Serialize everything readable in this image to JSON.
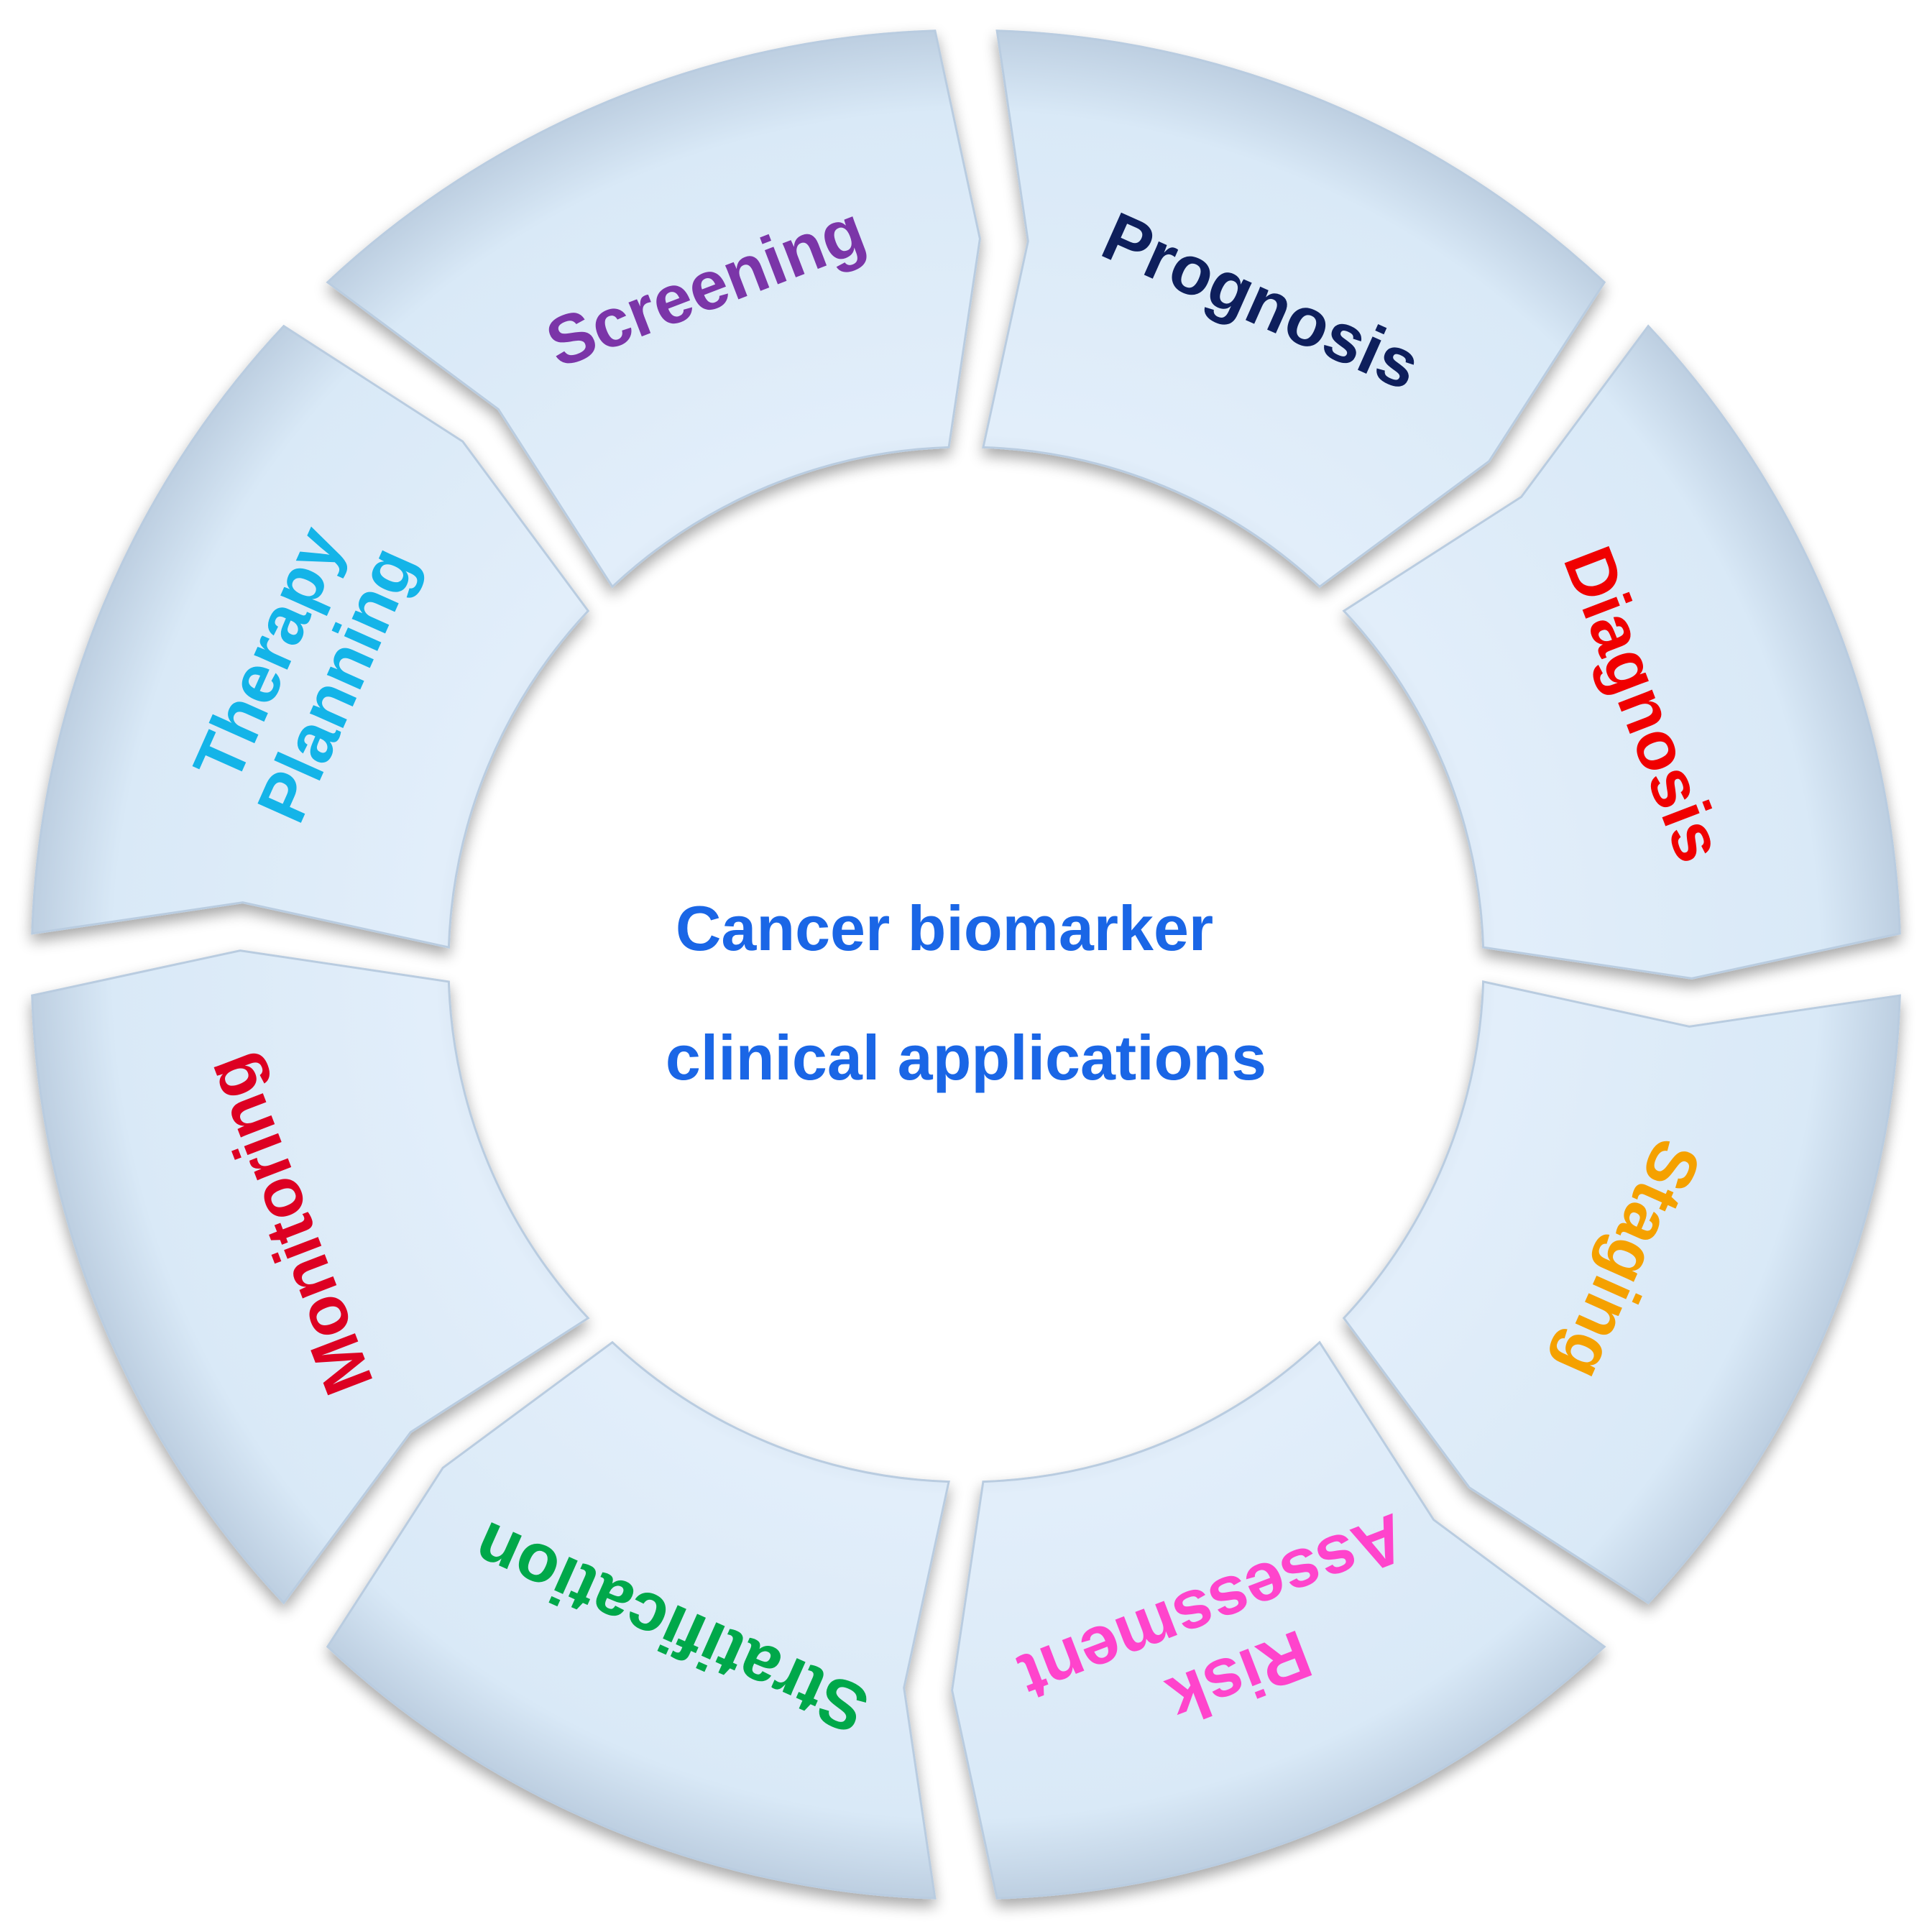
{
  "center": {
    "line1": "Cancer biomarker",
    "line2": "clinical applications",
    "color": "#1a66e6"
  },
  "segments": [
    {
      "key": "screening",
      "lines": [
        "Screening"
      ],
      "color": "#7b35a8"
    },
    {
      "key": "prognosis",
      "lines": [
        "Prognosis"
      ],
      "color": "#0e1f5c"
    },
    {
      "key": "diagnosis",
      "lines": [
        "Diagnosis"
      ],
      "color": "#f00000"
    },
    {
      "key": "staging",
      "lines": [
        "Staging"
      ],
      "color": "#f5a100"
    },
    {
      "key": "risk-assessment",
      "lines": [
        "Risk",
        "Assessment"
      ],
      "color": "#ff44cc"
    },
    {
      "key": "stratification",
      "lines": [
        "Stratification"
      ],
      "color": "#00a84a"
    },
    {
      "key": "monitoring",
      "lines": [
        "Monitoring"
      ],
      "color": "#dd0022"
    },
    {
      "key": "therapy-planning",
      "lines": [
        "Therapy",
        "Planning"
      ],
      "color": "#14b4e8"
    }
  ],
  "colors": {
    "segment_fill": "#dcebf8",
    "segment_edge": "#b9cce0",
    "background": "#ffffff"
  }
}
